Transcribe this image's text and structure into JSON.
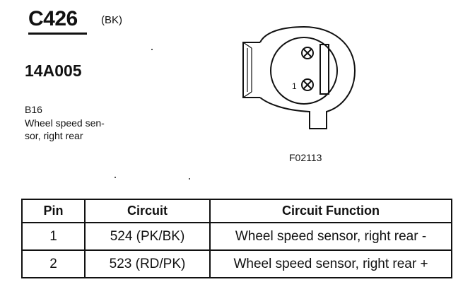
{
  "connector": {
    "id": "C426",
    "color": "(BK)"
  },
  "part_number": "14A005",
  "component": {
    "id": "B16",
    "description_lines": [
      "Wheel speed sen-",
      "sor, right rear"
    ]
  },
  "diagram": {
    "pin_label": "1",
    "figure_id": "F02113"
  },
  "table": {
    "headers": [
      "Pin",
      "Circuit",
      "Circuit Function"
    ],
    "rows": [
      [
        "1",
        "524 (PK/BK)",
        "Wheel speed sensor, right rear -"
      ],
      [
        "2",
        "523 (RD/PK)",
        "Wheel speed sensor, right rear +"
      ]
    ]
  }
}
